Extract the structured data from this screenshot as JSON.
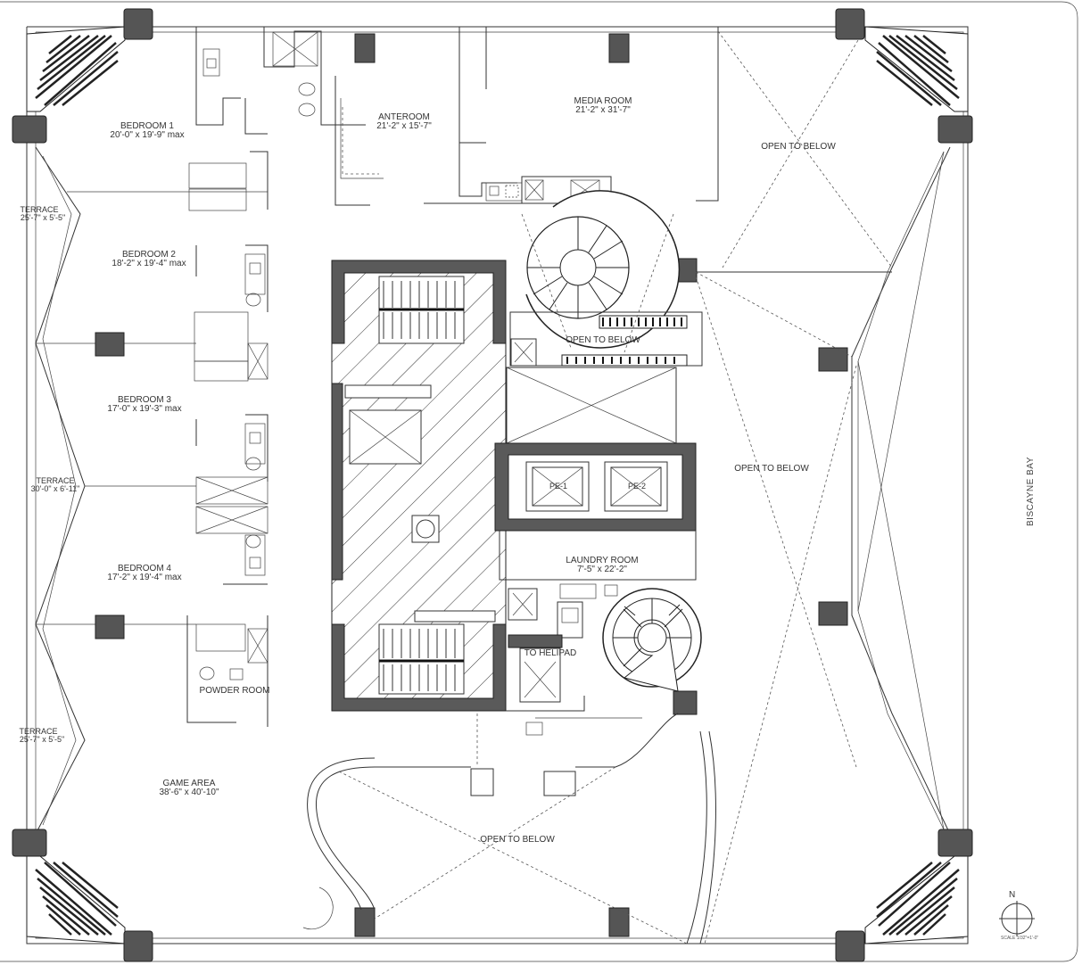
{
  "rooms": {
    "bedroom1": {
      "name": "BEDROOM 1",
      "size": "20'-0\" x 19'-9\" max"
    },
    "bedroom2": {
      "name": "BEDROOM 2",
      "size": "18'-2\" x 19'-4\" max"
    },
    "bedroom3": {
      "name": "BEDROOM 3",
      "size": "17'-0\" x 19'-3\" max"
    },
    "bedroom4": {
      "name": "BEDROOM 4",
      "size": "17'-2\" x 19'-4\" max"
    },
    "anteroom": {
      "name": "ANTEROOM",
      "size": "21'-2\" x 15'-7\""
    },
    "media_room": {
      "name": "MEDIA ROOM",
      "size": "21'-2\" x 31'-7\""
    },
    "laundry_room": {
      "name": "LAUNDRY ROOM",
      "size": "7'-5\" x 22'-2\""
    },
    "game_area": {
      "name": "GAME AREA",
      "size": "38'-6\" x 40'-10\""
    },
    "powder_room": {
      "name": "POWDER ROOM"
    },
    "terrace_top": {
      "name": "TERRACE",
      "size": "25'-7\" x 5'-5\""
    },
    "terrace_mid": {
      "name": "TERRACE",
      "size": "30'-0\" x 6'-11\""
    },
    "terrace_bottom": {
      "name": "TERRACE",
      "size": "25'-7\" x 5'-5\""
    }
  },
  "open_to_below": {
    "upper_right": "OPEN TO BELOW",
    "center_stair": "OPEN TO BELOW",
    "right": "OPEN TO BELOW",
    "bottom": "OPEN TO BELOW"
  },
  "elevators": {
    "pe1": "PE-1",
    "pe2": "PE-2"
  },
  "helipad": "TO HELIPAD",
  "side_label": "BISCAYNE BAY",
  "north_label": "N",
  "scale_label": "SCALE 1/32\"=1'-0\""
}
